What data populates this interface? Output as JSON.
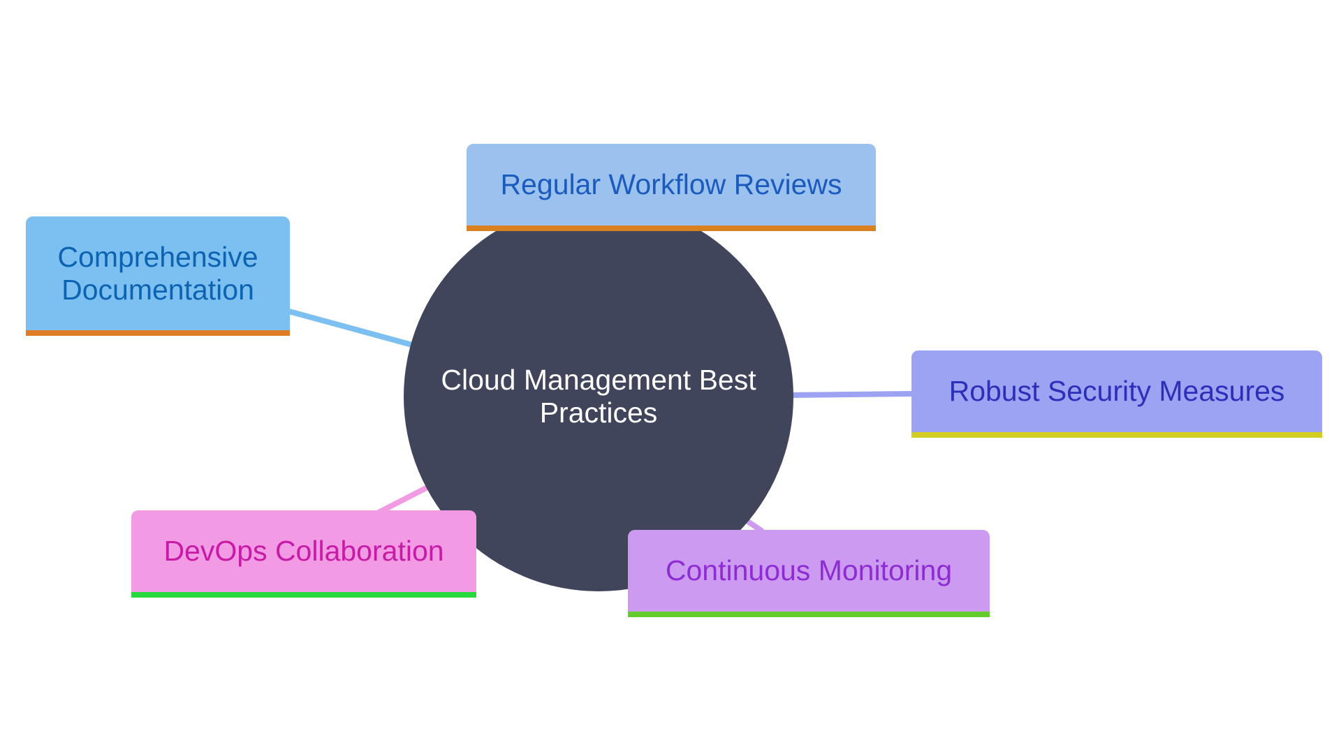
{
  "center": {
    "label": "Cloud Management Best Practices",
    "color": "#41455c"
  },
  "nodes": {
    "workflow": {
      "label": "Regular Workflow Reviews",
      "fill": "#9bc1ef",
      "text": "#1b5bbe",
      "accent": "#d7821f"
    },
    "documentation": {
      "label": "Comprehensive Documentation",
      "fill": "#7cbff1",
      "text": "#0c63b2",
      "accent": "#e07c26"
    },
    "security": {
      "label": "Robust Security Measures",
      "fill": "#9ca3f2",
      "text": "#2c2fba",
      "accent": "#d2cd22"
    },
    "devops": {
      "label": "DevOps Collaboration",
      "fill": "#f29ae3",
      "text": "#c71aa6",
      "accent": "#27d83f"
    },
    "monitoring": {
      "label": "Continuous Monitoring",
      "fill": "#cd9af1",
      "text": "#8d2cd3",
      "accent": "#63cc2a"
    }
  }
}
